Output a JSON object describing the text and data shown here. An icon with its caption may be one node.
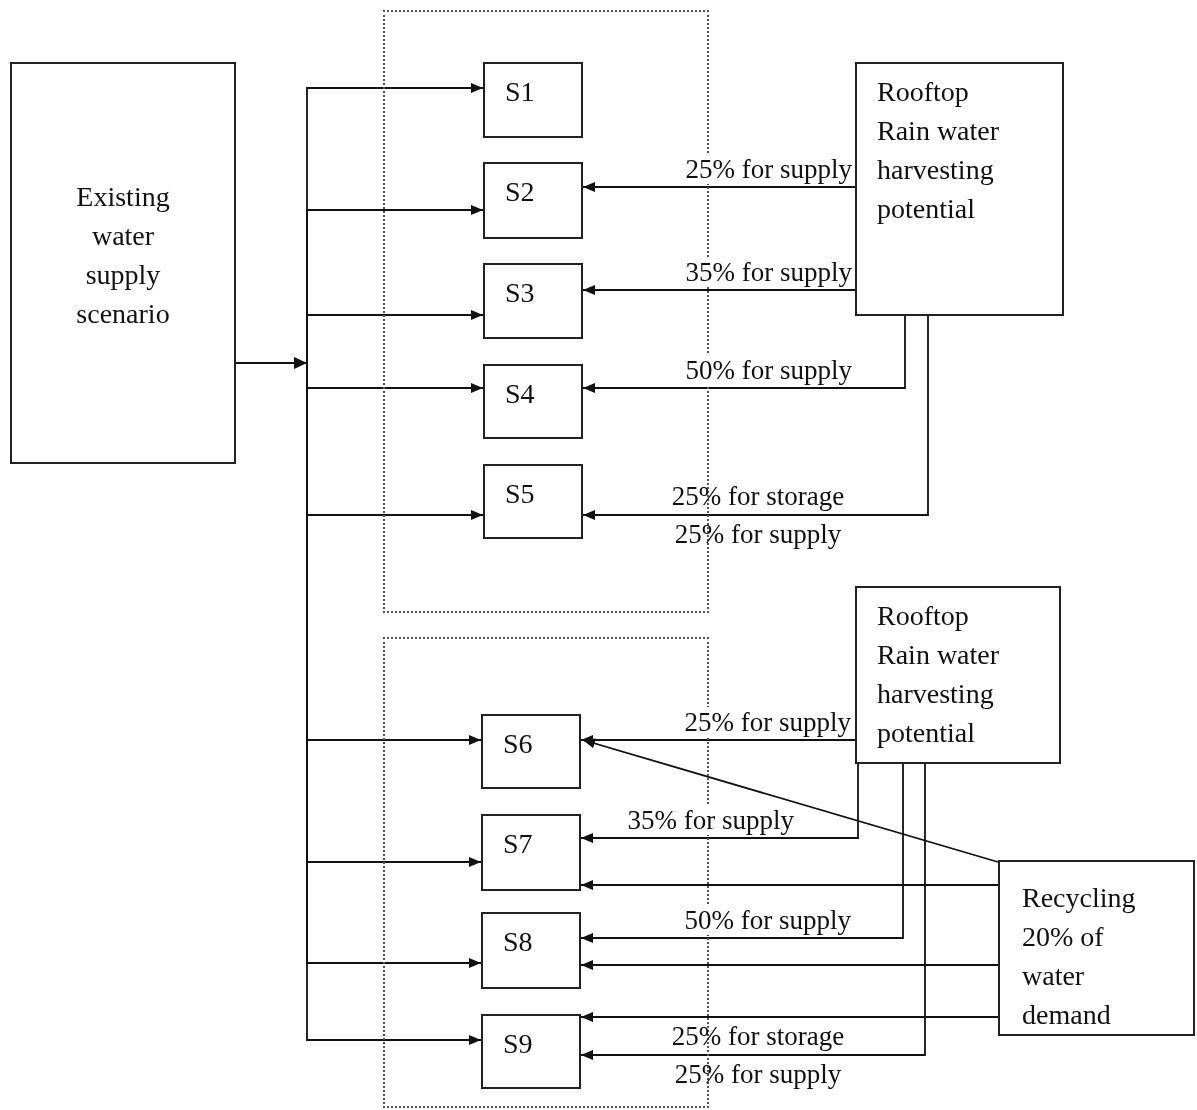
{
  "diagram": {
    "nodes": [
      {
        "text": [
          "Existing water supply scenario"
        ]
      },
      {
        "text": [],
        "shape": "box"
      },
      {
        "text": [
          "S1"
        ],
        "in": 1
      },
      {
        "text": [
          "S2"
        ],
        "in": 1
      },
      {
        "text": [
          "S3"
        ],
        "in": 1
      },
      {
        "text": [
          "S4"
        ],
        "in": 1
      },
      {
        "text": [
          "S5"
        ],
        "in": 1
      },
      {
        "text": [
          "Rooftop Rain water harvesting potential"
        ]
      },
      {
        "text": [],
        "shape": "box"
      },
      {
        "text": [
          "S6"
        ],
        "in": 8
      },
      {
        "text": [
          "S7"
        ],
        "in": 8
      },
      {
        "text": [
          "S8"
        ],
        "in": 8
      },
      {
        "text": [
          "S9"
        ],
        "in": 8
      },
      {
        "text": [
          "Rooftop Rain water harvesting potential"
        ]
      },
      {
        "text": [
          "Recycling 20% of water demand"
        ]
      }
    ],
    "edges": [
      {
        "from": 0,
        "to": 2,
        "arrow": "to"
      },
      {
        "from": 0,
        "to": 3,
        "arrow": "to"
      },
      {
        "from": 0,
        "to": 4,
        "arrow": "to"
      },
      {
        "from": 0,
        "to": 5,
        "arrow": "to"
      },
      {
        "from": 0,
        "to": 6,
        "arrow": "to"
      },
      {
        "from": 0,
        "to": 9,
        "arrow": "to"
      },
      {
        "from": 0,
        "to": 10,
        "arrow": "to"
      },
      {
        "from": 0,
        "to": 11,
        "arrow": "to"
      },
      {
        "from": 0,
        "to": 12,
        "arrow": "to"
      },
      {
        "from": 7,
        "to": 3,
        "arrow": "to",
        "label": "25% for supply"
      },
      {
        "from": 7,
        "to": 4,
        "arrow": "to",
        "label": "35% for supply"
      },
      {
        "from": 7,
        "to": 5,
        "arrow": "to",
        "label": "50% for supply"
      },
      {
        "from": 7,
        "to": 6,
        "arrow": "to",
        "label": "25% for storage 25% for supply"
      },
      {
        "from": 13,
        "to": 9,
        "arrow": "to",
        "label": "25% for supply"
      },
      {
        "from": 13,
        "to": 10,
        "arrow": "to",
        "label": "35% for supply"
      },
      {
        "from": 13,
        "to": 11,
        "arrow": "to",
        "label": "50% for supply"
      },
      {
        "from": 13,
        "to": 12,
        "arrow": "to",
        "label": "25% for storage 25% for supply"
      },
      {
        "from": 14,
        "to": 9,
        "arrow": "to"
      },
      {
        "from": 14,
        "to": 10,
        "arrow": "to"
      },
      {
        "from": 14,
        "to": 11,
        "arrow": "to"
      },
      {
        "from": 14,
        "to": 12,
        "arrow": "to"
      }
    ]
  }
}
